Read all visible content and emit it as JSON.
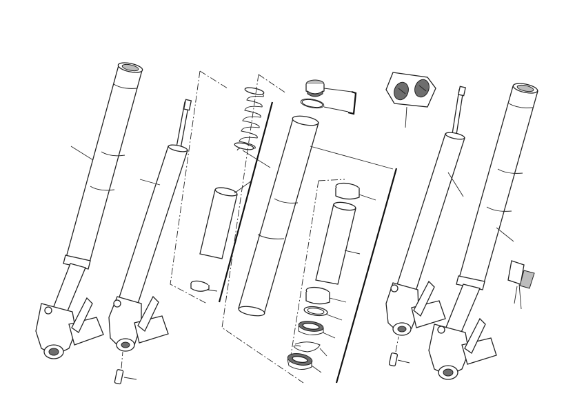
{
  "diagram": {
    "type": "exploded-parts-diagram",
    "colors": {
      "line": "#222222",
      "background": "#ffffff",
      "shade": "#6e6e6e"
    },
    "parts": [
      {
        "id": "left-fork-leg-assembly",
        "icon": "fork-leg"
      },
      {
        "id": "left-damper-cartridge",
        "icon": "damper-rod"
      },
      {
        "id": "fork-spring",
        "icon": "coil-spring"
      },
      {
        "id": "spacer-tube",
        "icon": "tube"
      },
      {
        "id": "spring-seat",
        "icon": "washer"
      },
      {
        "id": "top-cap",
        "icon": "cap-nut"
      },
      {
        "id": "o-ring",
        "icon": "o-ring"
      },
      {
        "id": "outer-fork-tube",
        "icon": "tube"
      },
      {
        "id": "upper-bushing",
        "icon": "bushing"
      },
      {
        "id": "lower-tube-guide",
        "icon": "tube"
      },
      {
        "id": "lower-bushing",
        "icon": "bushing"
      },
      {
        "id": "back-up-ring",
        "icon": "washer"
      },
      {
        "id": "oil-seal",
        "icon": "seal"
      },
      {
        "id": "retaining-clip",
        "icon": "clip"
      },
      {
        "id": "dust-seal",
        "icon": "seal"
      },
      {
        "id": "adjuster-caps",
        "icon": "adjuster-cap"
      },
      {
        "id": "right-damper-cartridge",
        "icon": "damper-rod"
      },
      {
        "id": "right-fork-leg-assembly",
        "icon": "fork-leg"
      },
      {
        "id": "left-bleed-screw",
        "icon": "screw"
      },
      {
        "id": "right-bleed-screw",
        "icon": "screw"
      },
      {
        "id": "reflector",
        "icon": "reflector"
      }
    ]
  }
}
